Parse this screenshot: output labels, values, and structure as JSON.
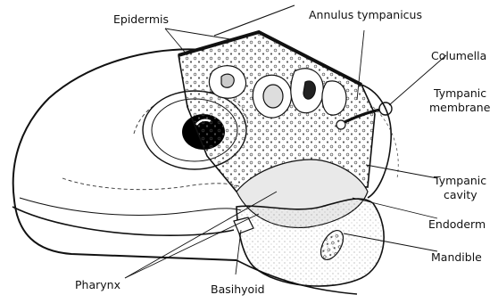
{
  "labels": {
    "epidermis": "Epidermis",
    "annulus_tympanicus": "Annulus  tympanicus",
    "columella": "Columella",
    "tympanic_membrane_1": "Tympanic",
    "tympanic_membrane_2": "membrane",
    "tympanic_cavity_1": "Tympanic",
    "tympanic_cavity_2": "cavity",
    "endoderm": "Endoderm",
    "mandible": "Mandible",
    "pharynx": "Pharynx",
    "basihyoid": "Basihyoid"
  },
  "colors": {
    "ink": "#111111",
    "stipple": "#777777",
    "tissue": "#e9e9e9",
    "paper": "#ffffff"
  }
}
